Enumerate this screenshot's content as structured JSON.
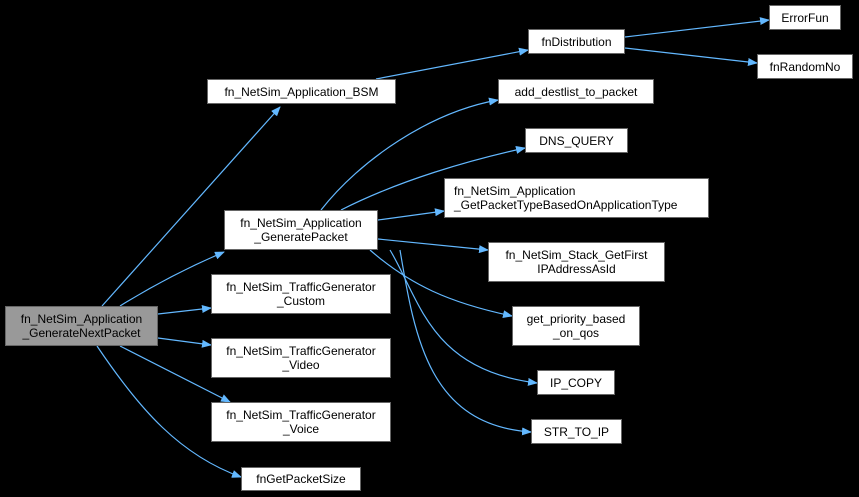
{
  "graph": {
    "edge_color": "#63b8ff",
    "root_fill": "#999999",
    "nodes": {
      "root": "fn_NetSim_Application\n_GenerateNextPacket",
      "bsm": "fn_NetSim_Application_BSM",
      "genpacket": "fn_NetSim_Application\n_GeneratePacket",
      "custom": "fn_NetSim_TrafficGenerator\n_Custom",
      "video": "fn_NetSim_TrafficGenerator\n_Video",
      "voice": "fn_NetSim_TrafficGenerator\n_Voice",
      "pktsize": "fnGetPacketSize",
      "distribution": "fnDistribution",
      "errorfun": "ErrorFun",
      "randomno": "fnRandomNo",
      "destlist": "add_destlist_to_packet",
      "dns": "DNS_QUERY",
      "pkttype": "fn_NetSim_Application\n_GetPacketTypeBasedOnApplicationType",
      "stack": "fn_NetSim_Stack_GetFirst\nIPAddressAsId",
      "priority": "get_priority_based\n_on_qos",
      "ipcopy": "IP_COPY",
      "strtoip": "STR_TO_IP"
    },
    "edges": [
      [
        "root",
        "bsm"
      ],
      [
        "root",
        "genpacket"
      ],
      [
        "root",
        "custom"
      ],
      [
        "root",
        "video"
      ],
      [
        "root",
        "voice"
      ],
      [
        "root",
        "pktsize"
      ],
      [
        "bsm",
        "distribution"
      ],
      [
        "distribution",
        "errorfun"
      ],
      [
        "distribution",
        "randomno"
      ],
      [
        "genpacket",
        "destlist"
      ],
      [
        "genpacket",
        "dns"
      ],
      [
        "genpacket",
        "pkttype"
      ],
      [
        "genpacket",
        "stack"
      ],
      [
        "genpacket",
        "priority"
      ],
      [
        "genpacket",
        "ipcopy"
      ],
      [
        "genpacket",
        "strtoip"
      ]
    ]
  }
}
